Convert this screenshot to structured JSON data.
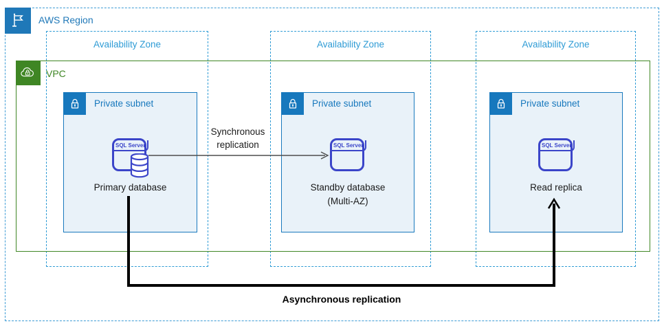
{
  "region": {
    "label": "AWS Region"
  },
  "vpc": {
    "label": "VPC"
  },
  "zones": [
    {
      "az_label": "Availability Zone",
      "subnet_label": "Private subnet",
      "node": {
        "icon_label": "SQL Server",
        "name_line1": "Primary database",
        "name_line2": "",
        "has_db_cylinder": true
      }
    },
    {
      "az_label": "Availability Zone",
      "subnet_label": "Private subnet",
      "node": {
        "icon_label": "SQL Server",
        "name_line1": "Standby database",
        "name_line2": "(Multi-AZ)",
        "has_db_cylinder": false
      }
    },
    {
      "az_label": "Availability Zone",
      "subnet_label": "Private subnet",
      "node": {
        "icon_label": "SQL Server",
        "name_line1": "Read replica",
        "name_line2": "",
        "has_db_cylinder": false
      }
    }
  ],
  "arrows": {
    "sync": {
      "label_line1": "Synchronous",
      "label_line2": "replication",
      "from": "Primary database",
      "to": "Standby database (Multi-AZ)"
    },
    "async": {
      "label": "Asynchronous replication",
      "from": "Primary database",
      "to": "Read replica"
    }
  },
  "icons": {
    "region": "flag-icon",
    "vpc": "cloud-lock-icon",
    "subnet": "padlock-icon",
    "node": "sql-server-database-icon"
  },
  "colors": {
    "region_blue": "#1F78B8",
    "region_border": "#3C9BD5",
    "az_blue": "#2E9BD5",
    "subnet_blue": "#1778BD",
    "subnet_fill": "#E9F2F9",
    "vpc_green": "#3F8624",
    "sql_blue": "#3B45C9",
    "sync_arrow": "#4D4D4D",
    "async_arrow": "#000000"
  }
}
